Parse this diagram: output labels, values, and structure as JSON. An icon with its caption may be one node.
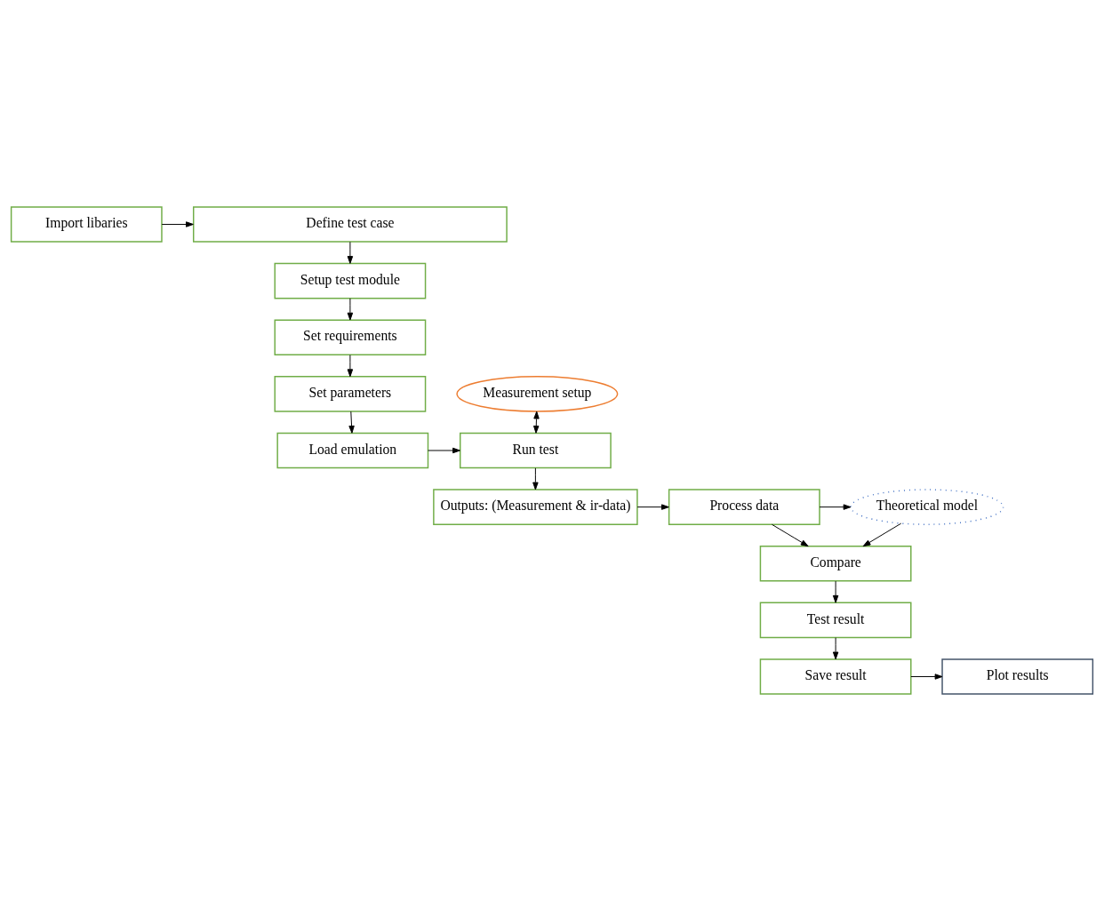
{
  "diagram": {
    "nodes": [
      {
        "text": [
          "Import libaries"
        ]
      },
      {
        "text": [
          "Define test case"
        ]
      },
      {
        "text": [
          "Setup test module"
        ]
      },
      {
        "text": [
          "Set requirements"
        ]
      },
      {
        "text": [
          "Set parameters"
        ]
      },
      {
        "text": [
          "Measurement setup"
        ]
      },
      {
        "text": [
          "Load emulation"
        ]
      },
      {
        "text": [
          "Run test"
        ]
      },
      {
        "text": [
          "Outputs: (Measurement & ir-data)"
        ]
      },
      {
        "text": [
          "Process data"
        ]
      },
      {
        "text": [
          "Theoretical model"
        ]
      },
      {
        "text": [
          "Compare"
        ]
      },
      {
        "text": [
          "Test result"
        ]
      },
      {
        "text": [
          "Save result"
        ]
      },
      {
        "text": [
          "Plot results"
        ]
      }
    ],
    "edges": [
      {
        "from": 0,
        "to": 1,
        "arrow": "to"
      },
      {
        "from": 1,
        "to": 2,
        "arrow": "to"
      },
      {
        "from": 2,
        "to": 3,
        "arrow": "to"
      },
      {
        "from": 3,
        "to": 4,
        "arrow": "to"
      },
      {
        "from": 4,
        "to": 6,
        "arrow": "to"
      },
      {
        "from": 6,
        "to": 7,
        "arrow": "to"
      },
      {
        "from": 5,
        "to": 7,
        "arrow": "both"
      },
      {
        "from": 7,
        "to": 8,
        "arrow": "to"
      },
      {
        "from": 8,
        "to": 9,
        "arrow": "to"
      },
      {
        "from": 9,
        "to": 10,
        "arrow": "to"
      },
      {
        "from": 9,
        "to": 11,
        "arrow": "to"
      },
      {
        "from": 10,
        "to": 11,
        "arrow": "to"
      },
      {
        "from": 11,
        "to": 12,
        "arrow": "to"
      },
      {
        "from": 12,
        "to": 13,
        "arrow": "to"
      },
      {
        "from": 13,
        "to": 14,
        "arrow": "to"
      }
    ]
  }
}
